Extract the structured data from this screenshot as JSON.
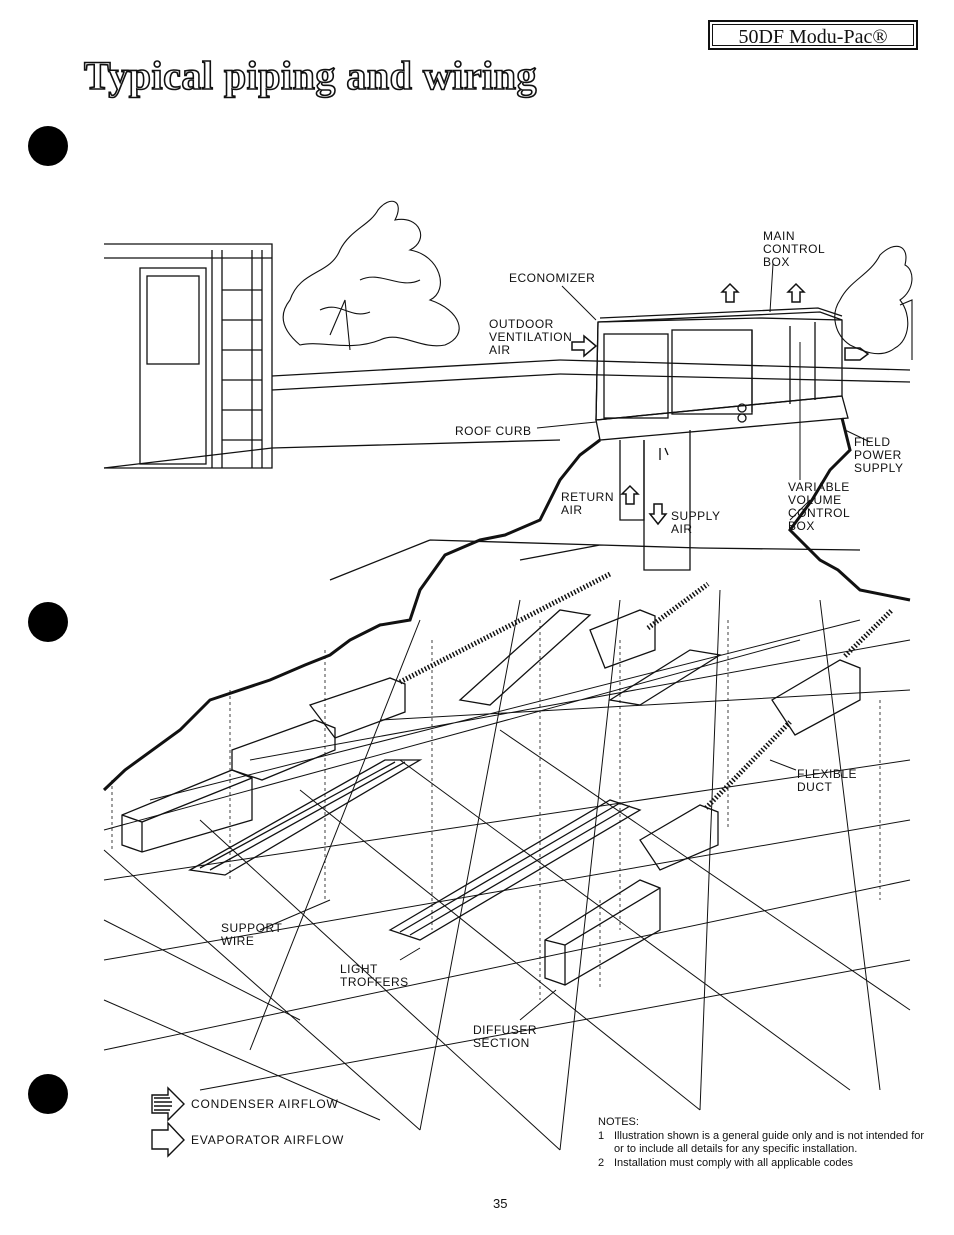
{
  "header": {
    "product_label": "50DF Modu-Pac®",
    "title": "Typical piping and wiring"
  },
  "labels": {
    "main_control_box": "MAIN\nCONTROL\nBOX",
    "economizer": "ECONOMIZER",
    "outdoor_ventilation_air": "OUTDOOR\nVENTILATION\nAIR",
    "roof_curb": "ROOF CURB",
    "field_power_supply": "FIELD\nPOWER\nSUPPLY",
    "return_air": "RETURN\nAIR",
    "supply_air": "SUPPLY\nAIR",
    "variable_volume_control_box": "VARIABLE\nVOLUME\nCONTROL\nBOX",
    "flexible_duct": "FLEXIBLE\nDUCT",
    "support_wire": "SUPPORT\nWIRE",
    "light_troffers": "LIGHT\nTROFFERS",
    "diffuser_section": "DIFFUSER\nSECTION"
  },
  "legend": {
    "condenser_airflow": "CONDENSER AIRFLOW",
    "evaporator_airflow": "EVAPORATOR AIRFLOW"
  },
  "notes": {
    "heading": "NOTES:",
    "items": [
      {
        "num": "1",
        "text": "Illustration shown is a general guide only and is not intended for or to include all details for any specific installation."
      },
      {
        "num": "2",
        "text": "Installation must comply with all applicable codes"
      }
    ]
  },
  "page_number": "35"
}
